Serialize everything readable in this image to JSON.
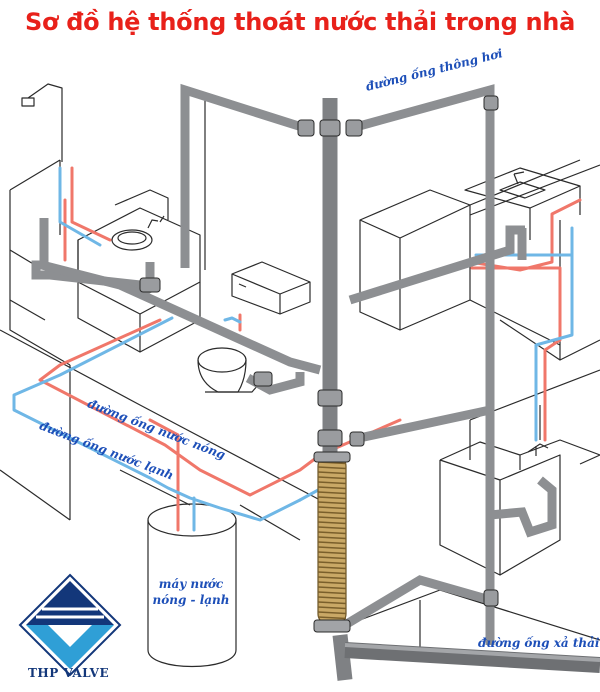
{
  "title": "Sơ đồ hệ thống thoát nước thải trong nhà",
  "labels": {
    "vent_pipe": "đường ống thông hơi",
    "hot_water_pipe": "đường ống nước nóng",
    "cold_water_pipe": "đường ống nước lạnh",
    "water_heater_line1": "máy nước",
    "water_heater_line2": "nóng - lạnh",
    "drain_pipe": "đường ống xả thải"
  },
  "logo": {
    "text": "THP VALVE"
  },
  "colors": {
    "title": "#e8211a",
    "label": "#1d4fb8",
    "hot_pipe": "#f0776a",
    "cold_pipe": "#6fb7e6",
    "drain_pipe": "#8d8f92",
    "flex_pipe": "#c9a866",
    "logo": "#13377a"
  }
}
